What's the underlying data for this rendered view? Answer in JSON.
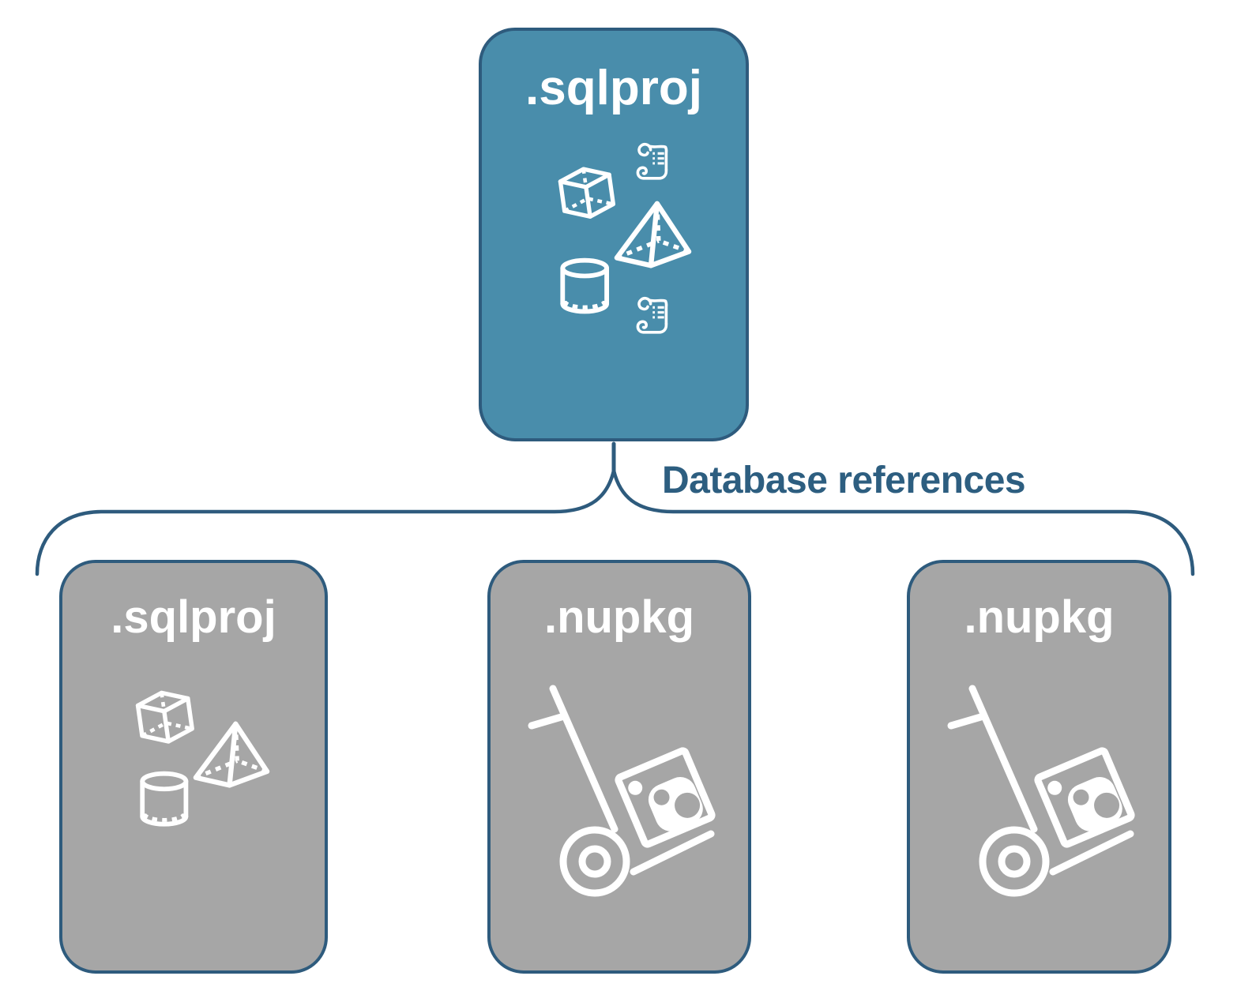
{
  "diagram": {
    "background": "#FFFFFF",
    "colors": {
      "root_fill": "#498DAB",
      "child_fill": "#A6A6A6",
      "outline": "#2E5B7D",
      "label_color": "#2D5E80",
      "icon_color": "#FFFFFF"
    },
    "connector": {
      "label": "Database references",
      "style": "curly-brace"
    },
    "root": {
      "title": ".sqlproj",
      "icons": [
        "scroll-icon",
        "cube-icon",
        "pyramid-icon",
        "cylinder-icon",
        "scroll-icon"
      ]
    },
    "children": [
      {
        "title": ".sqlproj",
        "icons": [
          "cube-icon",
          "pyramid-icon",
          "cylinder-icon"
        ]
      },
      {
        "title": ".nupkg",
        "icons": [
          "package-dolly-icon"
        ]
      },
      {
        "title": ".nupkg",
        "icons": [
          "package-dolly-icon"
        ]
      }
    ]
  }
}
